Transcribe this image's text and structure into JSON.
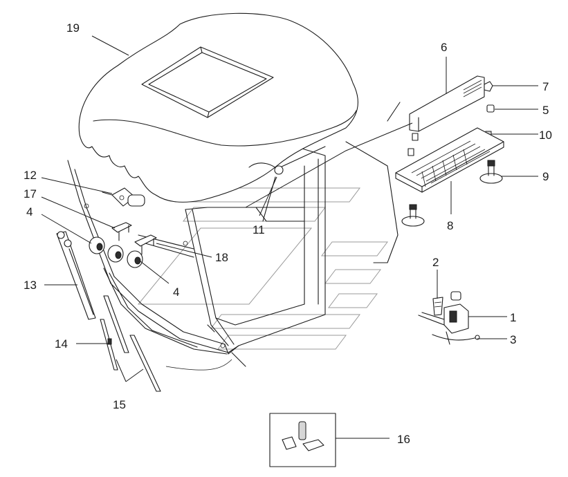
{
  "callouts": {
    "c1": "1",
    "c2": "2",
    "c3": "3",
    "c4a": "4",
    "c4b": "4",
    "c5": "5",
    "c6": "6",
    "c7": "7",
    "c8": "8",
    "c9": "9",
    "c10": "10",
    "c11": "11",
    "c12": "12",
    "c13": "13",
    "c14": "14",
    "c15": "15",
    "c16": "16",
    "c17": "17",
    "c18": "18",
    "c19": "19"
  },
  "colors": {
    "line": "#1a1a1a",
    "ghost_line": "#9a9a9a",
    "background": "#ffffff"
  }
}
